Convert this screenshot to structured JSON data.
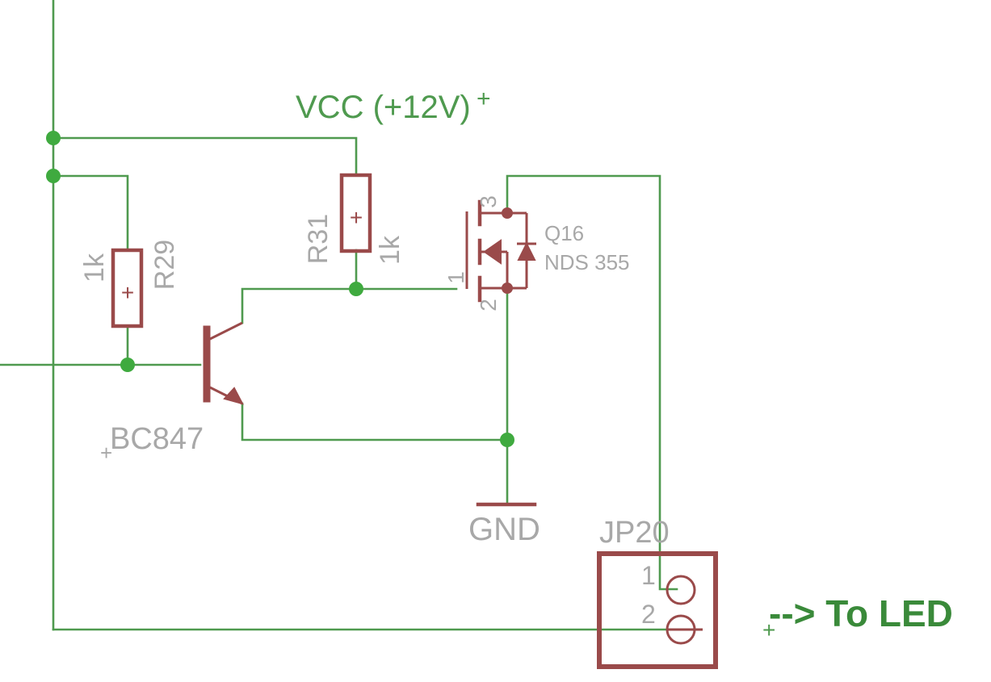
{
  "supply": {
    "label": "VCC (+12V)"
  },
  "ground": {
    "label": "GND"
  },
  "resistor_r29": {
    "name": "R29",
    "value": "1k"
  },
  "resistor_r31": {
    "name": "R31",
    "value": "1k"
  },
  "transistor": {
    "part": "BC847"
  },
  "mosfet": {
    "name": "Q16",
    "part": "NDS 355",
    "pins": {
      "gate": "1",
      "source": "2",
      "drain": "3"
    }
  },
  "connector": {
    "name": "JP20",
    "pins": [
      "1",
      "2"
    ],
    "note": "--> To LED"
  },
  "colors": {
    "wire": "#4f9a4f",
    "component": "#9a4a4a",
    "junction": "#3faa3f",
    "label_gray": "#a8a8a8",
    "background": "#ffffff"
  }
}
